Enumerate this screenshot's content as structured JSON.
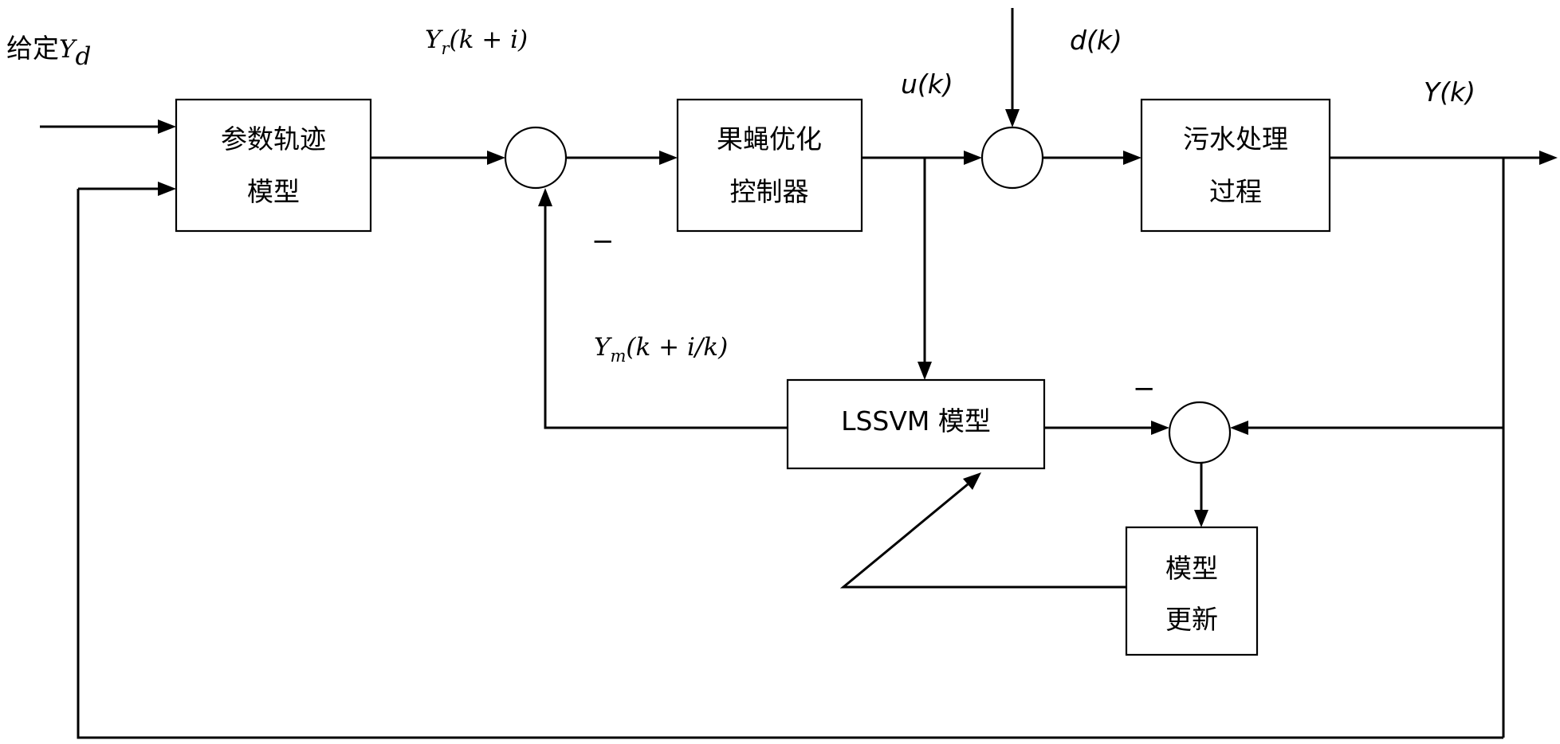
{
  "blocks": {
    "param_trajectory": [
      "参数轨迹",
      "模型"
    ],
    "fly_optimization": [
      "果蝇优化",
      "控制器"
    ],
    "wastewater_process": [
      "污水处理",
      "过程"
    ],
    "lssvm_model": "LSSVM 模型",
    "model_update": [
      "模型",
      "更新"
    ]
  },
  "labels": {
    "setpoint": {
      "text": "给定",
      "var": "Y",
      "sub": "d"
    },
    "reference": {
      "var": "Y",
      "sub": "r",
      "rest": "(k + i)"
    },
    "model_output": {
      "var": "Y",
      "sub": "m",
      "rest": "(k + i/k)"
    },
    "control": "u(k)",
    "disturbance": "d(k)",
    "output": "Y(k)",
    "minus_upper": "−",
    "minus_lower": "−"
  }
}
